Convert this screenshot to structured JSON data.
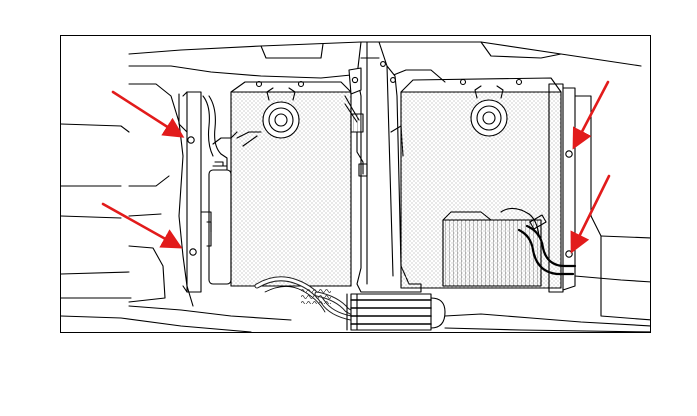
{
  "figure": {
    "kind": "line-drawing",
    "subject": "front-end-cooling-module",
    "callout_count": 4,
    "colors": {
      "line": "#000000",
      "background": "#ffffff",
      "callout_arrow": "#e21b1b",
      "stipple": "#9a9a9a"
    },
    "callouts": [
      {
        "id": "upper-left-fastener"
      },
      {
        "id": "lower-left-fastener"
      },
      {
        "id": "upper-right-fastener"
      },
      {
        "id": "lower-right-fastener"
      }
    ]
  }
}
